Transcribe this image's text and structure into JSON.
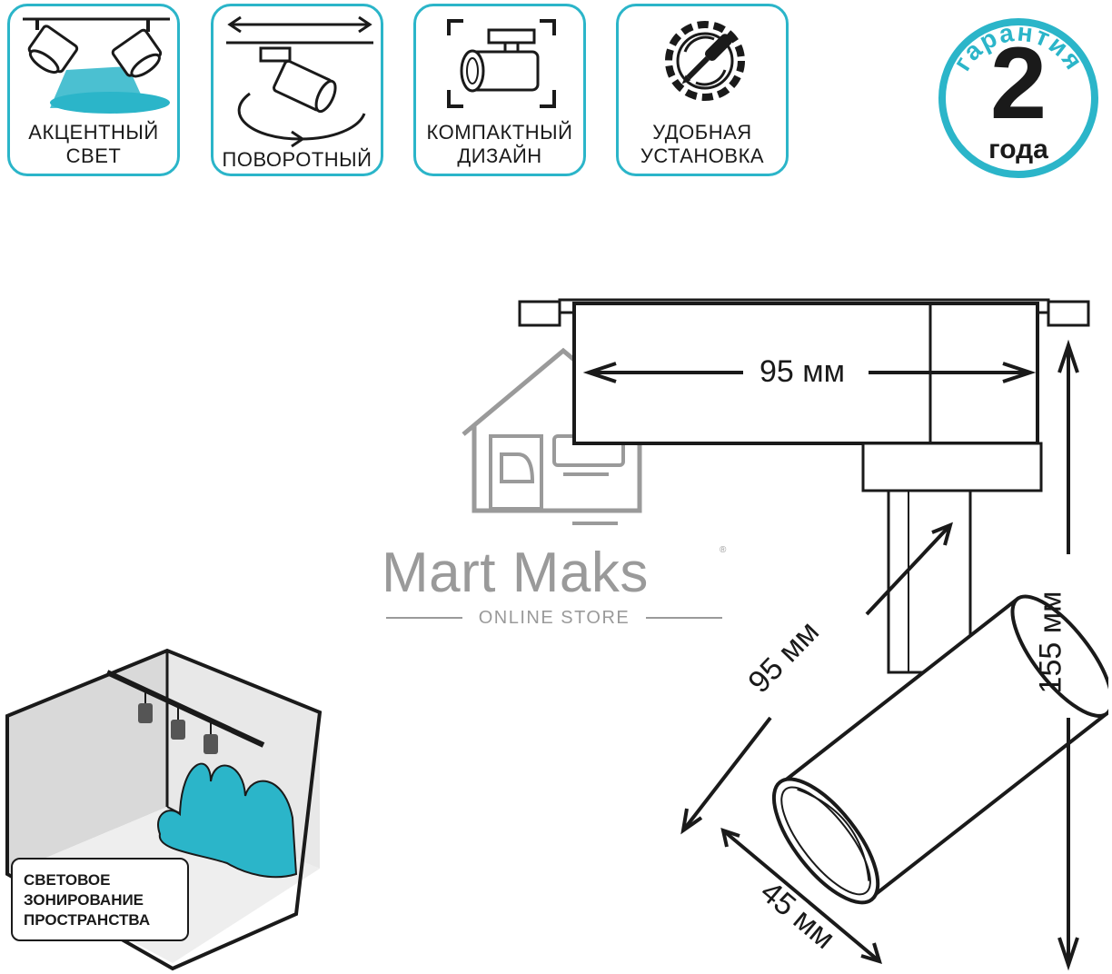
{
  "features": [
    {
      "line1": "АКЦЕНТНЫЙ",
      "line2": "СВЕТ"
    },
    {
      "line1": "ПОВОРОТНЫЙ",
      "line2": ""
    },
    {
      "line1": "КОМПАКТНЫЙ",
      "line2": "ДИЗАЙН"
    },
    {
      "line1": "УДОБНАЯ",
      "line2": "УСТАНОВКА"
    }
  ],
  "warranty": {
    "arc_text": "гарантия",
    "number": "2",
    "unit": "года"
  },
  "zoning": {
    "line1": "СВЕТОВОЕ",
    "line2": "ЗОНИРОВАНИЕ",
    "line3": "ПРОСТРАНСТВА"
  },
  "watermark": {
    "brand": "Mart Maks",
    "registered": "®",
    "subtitle": "ONLINE STORE"
  },
  "dimensions": {
    "adapter_width": "95 мм",
    "body_length": "95 мм",
    "height": "155 мм",
    "diameter": "45 мм"
  },
  "colors": {
    "accent": "#2bb5c9",
    "outline": "#1a1a1a",
    "watermark": "#9a9a9a",
    "wall": "#d9d9d9"
  }
}
